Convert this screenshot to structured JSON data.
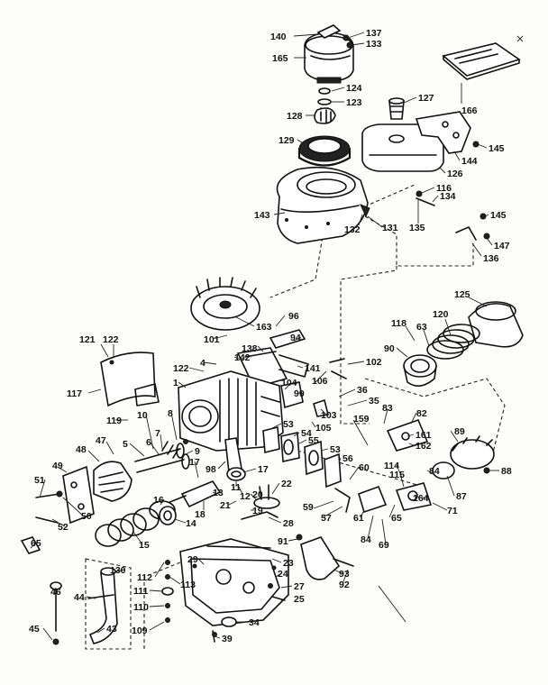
{
  "labels": [
    {
      "id": "l140",
      "text": "140"
    },
    {
      "id": "l137",
      "text": "137"
    },
    {
      "id": "l133",
      "text": "133"
    },
    {
      "id": "l165",
      "text": "165"
    },
    {
      "id": "l124",
      "text": "124"
    },
    {
      "id": "l123",
      "text": "123"
    },
    {
      "id": "l127",
      "text": "127"
    },
    {
      "id": "l166",
      "text": "166"
    },
    {
      "id": "l128",
      "text": "128"
    },
    {
      "id": "l129",
      "text": "129"
    },
    {
      "id": "l145a",
      "text": "145"
    },
    {
      "id": "l144",
      "text": "144"
    },
    {
      "id": "l126",
      "text": "126"
    },
    {
      "id": "l116",
      "text": "116"
    },
    {
      "id": "l134",
      "text": "134"
    },
    {
      "id": "l143",
      "text": "143"
    },
    {
      "id": "l132",
      "text": "132"
    },
    {
      "id": "l131",
      "text": "131"
    },
    {
      "id": "l135",
      "text": "135"
    },
    {
      "id": "l145b",
      "text": "145"
    },
    {
      "id": "l147",
      "text": "147"
    },
    {
      "id": "l136",
      "text": "136"
    },
    {
      "id": "l125",
      "text": "125"
    },
    {
      "id": "l96",
      "text": "96"
    },
    {
      "id": "l163",
      "text": "163"
    },
    {
      "id": "l118",
      "text": "118"
    },
    {
      "id": "l63",
      "text": "63"
    },
    {
      "id": "l120",
      "text": "120"
    },
    {
      "id": "l121",
      "text": "121"
    },
    {
      "id": "l122a",
      "text": "122"
    },
    {
      "id": "l101",
      "text": "101"
    },
    {
      "id": "l94",
      "text": "94"
    },
    {
      "id": "l138",
      "text": "138"
    },
    {
      "id": "l90",
      "text": "90"
    },
    {
      "id": "l4",
      "text": "4"
    },
    {
      "id": "l142",
      "text": "142"
    },
    {
      "id": "l102",
      "text": "102"
    },
    {
      "id": "l122b",
      "text": "122"
    },
    {
      "id": "l141",
      "text": "141"
    },
    {
      "id": "l117",
      "text": "117"
    },
    {
      "id": "l1",
      "text": "1"
    },
    {
      "id": "l104",
      "text": "104"
    },
    {
      "id": "l99",
      "text": "99"
    },
    {
      "id": "l106",
      "text": "106"
    },
    {
      "id": "l36",
      "text": "36"
    },
    {
      "id": "l35",
      "text": "35"
    },
    {
      "id": "l119",
      "text": "119"
    },
    {
      "id": "l103",
      "text": "103"
    },
    {
      "id": "l83",
      "text": "83"
    },
    {
      "id": "l82",
      "text": "82"
    },
    {
      "id": "l105",
      "text": "105"
    },
    {
      "id": "l159",
      "text": "159"
    },
    {
      "id": "l161",
      "text": "161"
    },
    {
      "id": "l162",
      "text": "162"
    },
    {
      "id": "l53a",
      "text": "53"
    },
    {
      "id": "l54",
      "text": "54"
    },
    {
      "id": "l55",
      "text": "55"
    },
    {
      "id": "l89",
      "text": "89"
    },
    {
      "id": "l48",
      "text": "48"
    },
    {
      "id": "l47",
      "text": "47"
    },
    {
      "id": "l10",
      "text": "10"
    },
    {
      "id": "l7",
      "text": "7"
    },
    {
      "id": "l8",
      "text": "8"
    },
    {
      "id": "l5",
      "text": "5"
    },
    {
      "id": "l6",
      "text": "6"
    },
    {
      "id": "l9",
      "text": "9"
    },
    {
      "id": "l53b",
      "text": "53"
    },
    {
      "id": "l56",
      "text": "56"
    },
    {
      "id": "l114",
      "text": "114"
    },
    {
      "id": "l88",
      "text": "88"
    },
    {
      "id": "l49",
      "text": "49"
    },
    {
      "id": "l17a",
      "text": "17"
    },
    {
      "id": "l98",
      "text": "98"
    },
    {
      "id": "l17b",
      "text": "17"
    },
    {
      "id": "l60",
      "text": "60"
    },
    {
      "id": "l115",
      "text": "115"
    },
    {
      "id": "l84a",
      "text": "84"
    },
    {
      "id": "l51",
      "text": "51"
    },
    {
      "id": "l13",
      "text": "13"
    },
    {
      "id": "l11",
      "text": "11"
    },
    {
      "id": "l12",
      "text": "12"
    },
    {
      "id": "l22",
      "text": "22"
    },
    {
      "id": "l87",
      "text": "87"
    },
    {
      "id": "l16",
      "text": "16"
    },
    {
      "id": "l20",
      "text": "20"
    },
    {
      "id": "l59",
      "text": "59"
    },
    {
      "id": "l57",
      "text": "57"
    },
    {
      "id": "l164",
      "text": "164"
    },
    {
      "id": "l71",
      "text": "71"
    },
    {
      "id": "l50",
      "text": "50"
    },
    {
      "id": "l21",
      "text": "21"
    },
    {
      "id": "l18",
      "text": "18"
    },
    {
      "id": "l14",
      "text": "14"
    },
    {
      "id": "l19",
      "text": "19"
    },
    {
      "id": "l52",
      "text": "52"
    },
    {
      "id": "l28",
      "text": "28"
    },
    {
      "id": "l61",
      "text": "61"
    },
    {
      "id": "l65a",
      "text": "65"
    },
    {
      "id": "l65b",
      "text": "65"
    },
    {
      "id": "l15",
      "text": "15"
    },
    {
      "id": "l84b",
      "text": "84"
    },
    {
      "id": "l69",
      "text": "69"
    },
    {
      "id": "l91",
      "text": "91"
    },
    {
      "id": "l130",
      "text": "130"
    },
    {
      "id": "l29",
      "text": "29"
    },
    {
      "id": "l23",
      "text": "23"
    },
    {
      "id": "l112",
      "text": "112"
    },
    {
      "id": "l113",
      "text": "113"
    },
    {
      "id": "l24",
      "text": "24"
    },
    {
      "id": "l93",
      "text": "93"
    },
    {
      "id": "l92",
      "text": "92"
    },
    {
      "id": "l46",
      "text": "46"
    },
    {
      "id": "l44",
      "text": "44"
    },
    {
      "id": "l111",
      "text": "111"
    },
    {
      "id": "l27",
      "text": "27"
    },
    {
      "id": "l110",
      "text": "110"
    },
    {
      "id": "l25",
      "text": "25"
    },
    {
      "id": "l109",
      "text": "109"
    },
    {
      "id": "l43",
      "text": "43"
    },
    {
      "id": "l34",
      "text": "34"
    },
    {
      "id": "l45",
      "text": "45"
    },
    {
      "id": "l39",
      "text": "39"
    }
  ]
}
